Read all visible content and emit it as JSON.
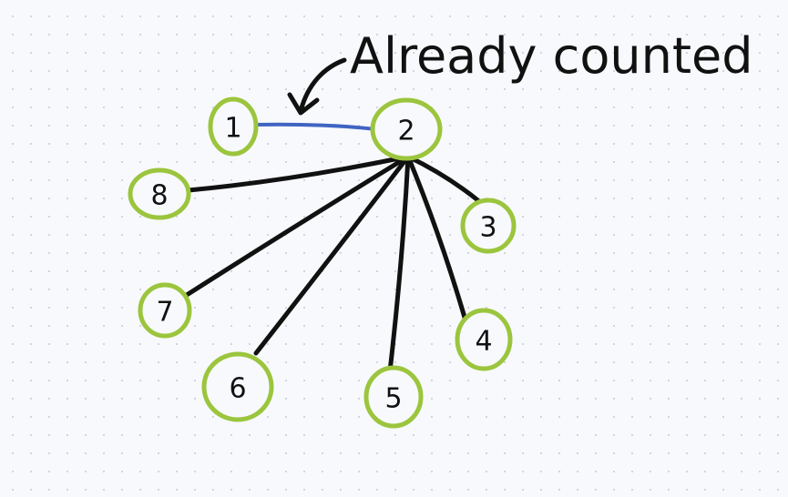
{
  "annotation": {
    "text": "Already counted"
  },
  "colors": {
    "node_stroke": "#9bc53d",
    "edge": "#111111",
    "highlight_edge": "#3f64c2",
    "ink": "#111111",
    "background": "#f8f9fc"
  },
  "diagram": {
    "nodes": [
      {
        "id": "1",
        "label": "1"
      },
      {
        "id": "2",
        "label": "2"
      },
      {
        "id": "3",
        "label": "3"
      },
      {
        "id": "4",
        "label": "4"
      },
      {
        "id": "5",
        "label": "5"
      },
      {
        "id": "6",
        "label": "6"
      },
      {
        "id": "7",
        "label": "7"
      },
      {
        "id": "8",
        "label": "8"
      }
    ],
    "edges": [
      {
        "from": "1",
        "to": "2",
        "style": "highlight"
      },
      {
        "from": "2",
        "to": "3",
        "style": "normal"
      },
      {
        "from": "2",
        "to": "4",
        "style": "normal"
      },
      {
        "from": "2",
        "to": "5",
        "style": "normal"
      },
      {
        "from": "2",
        "to": "6",
        "style": "normal"
      },
      {
        "from": "2",
        "to": "7",
        "style": "normal"
      },
      {
        "from": "2",
        "to": "8",
        "style": "normal"
      }
    ]
  }
}
